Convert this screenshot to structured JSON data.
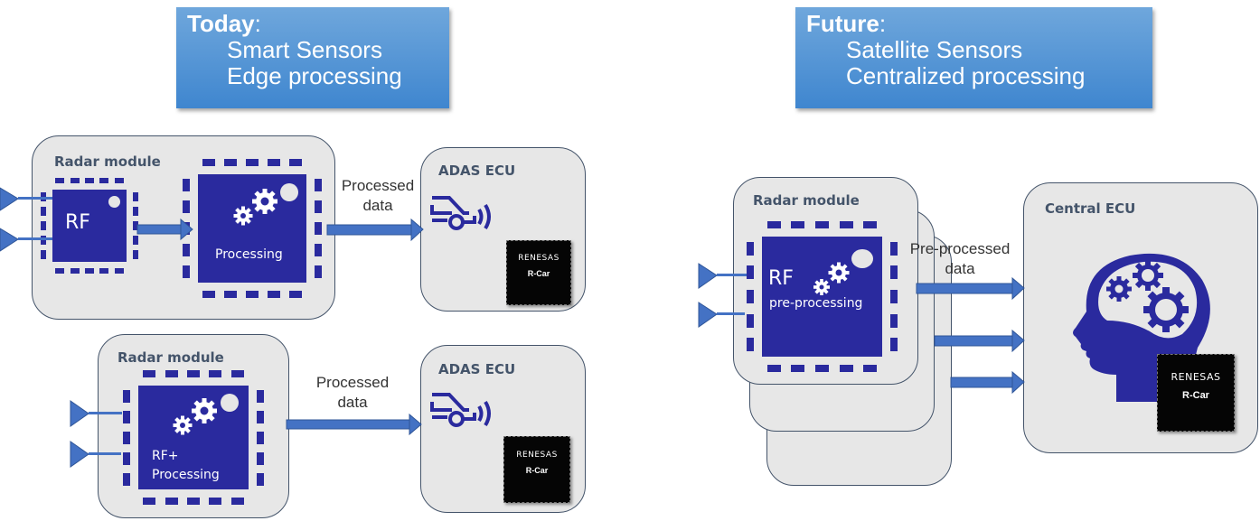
{
  "colors": {
    "banner": "#4a8fd4",
    "chip": "#2a2a9e",
    "panel": "#e7e7e7",
    "panel_border": "#44546a",
    "arrow": "#4472c4",
    "text": "#333333"
  },
  "today": {
    "banner": {
      "heading": "Today",
      "colon": ":",
      "lines": [
        "Smart Sensors",
        "Edge processing"
      ]
    },
    "diagram1": {
      "radar_module": {
        "title": "Radar module",
        "rf_chip_label": "RF",
        "proc_chip_label": "Processing"
      },
      "link_label": [
        "Processed",
        "data"
      ],
      "ecu": {
        "title": "ADAS ECU",
        "icon": "car-radar-icon",
        "chip_brand": "RENESAS",
        "chip_product": "R-Car"
      }
    },
    "diagram2": {
      "radar_module": {
        "title": "Radar module",
        "chip_label_line1": "RF+",
        "chip_label_line2": "Processing"
      },
      "link_label": [
        "Processed",
        "data"
      ],
      "ecu": {
        "title": "ADAS ECU",
        "icon": "car-radar-icon",
        "chip_brand": "RENESAS",
        "chip_product": "R-Car"
      }
    }
  },
  "future": {
    "banner": {
      "heading": "Future",
      "colon": ":",
      "lines": [
        "Satellite Sensors",
        "Centralized processing"
      ]
    },
    "radar_module": {
      "title": "Radar module",
      "chip_label_line1": "RF",
      "chip_label_line2": "pre-processing",
      "stack_count": 3
    },
    "link_label": [
      "Pre-processed",
      "data"
    ],
    "ecu": {
      "title": "Central ECU",
      "icon": "head-gears-icon",
      "chip_brand": "RENESAS",
      "chip_product": "R-Car"
    }
  }
}
